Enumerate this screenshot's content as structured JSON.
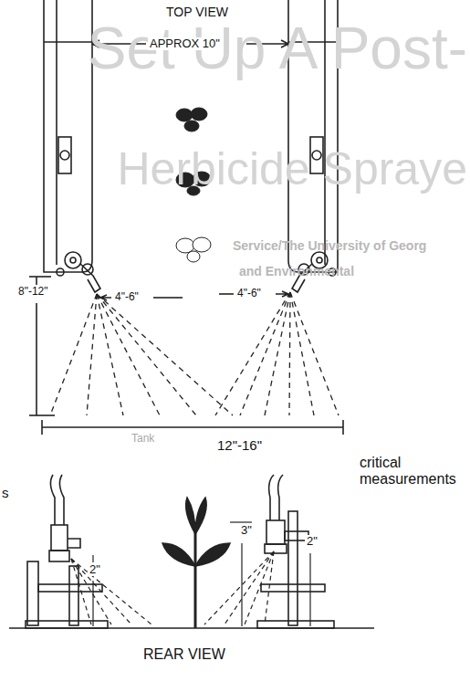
{
  "diagram": {
    "labels": [
      "Set Up A Post-",
      "Herbicide Spraye",
      "Service/The University of Georg",
      "and Environmental",
      "TOP VIEW",
      "APPROX 10\"",
      "4\"-6\"",
      "4\"-6\"",
      "8\"-12\"",
      "12\"-16\"",
      "Tank",
      "critical measurements",
      "s",
      "2\"",
      "3\"",
      "2\"",
      "REAR VIEW"
    ]
  }
}
